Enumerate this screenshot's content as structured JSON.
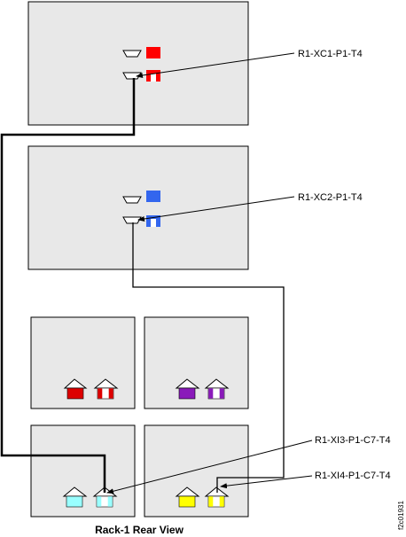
{
  "title": "Rack-1 Rear View",
  "figure_id": "f2c01931",
  "callouts": {
    "xc1": "R1-XC1-P1-T4",
    "xc2": "R1-XC2-P1-T4",
    "xi3": "R1-XI3-P1-C7-T4",
    "xi4": "R1-XI4-P1-C7-T4"
  },
  "colors": {
    "xc1_port": "#ff0000",
    "xc2_port": "#3366ee",
    "xi1_port": "#dd0000",
    "xi2_port": "#8a1aba",
    "xi3_port": "#99ffff",
    "xi4_port": "#ffff00",
    "panel_fill": "#e8e8e8"
  }
}
